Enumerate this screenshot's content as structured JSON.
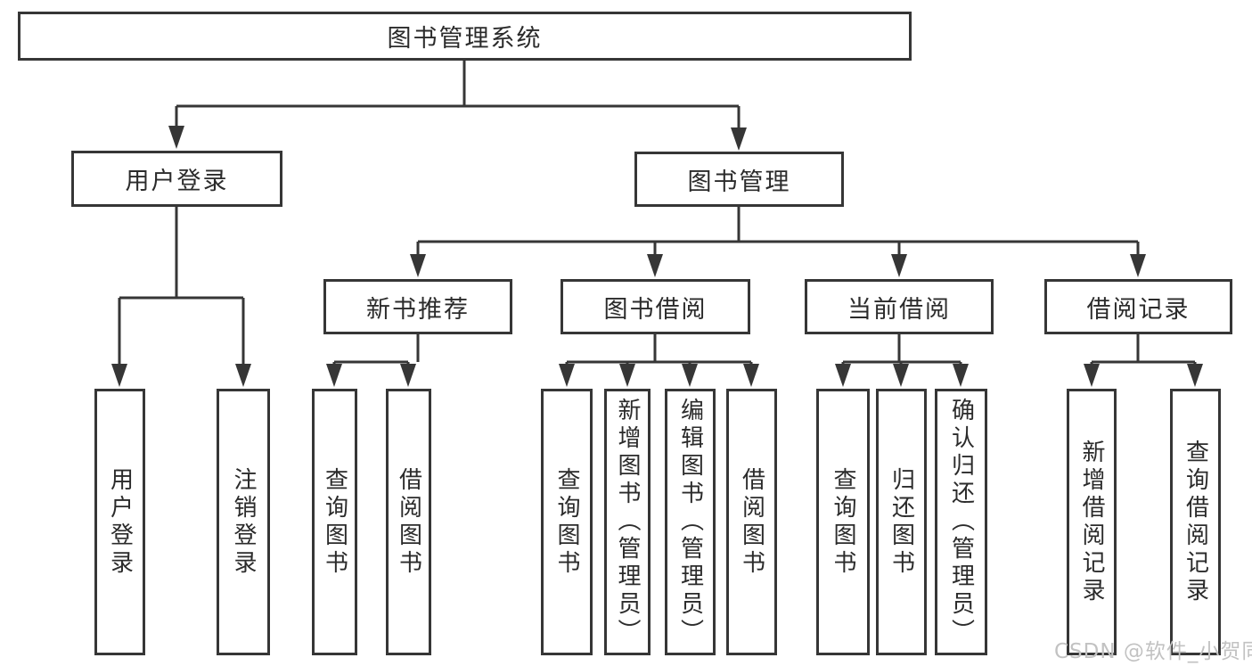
{
  "diagram": {
    "root": {
      "label": "图书管理系统"
    },
    "groups": [
      {
        "label": "用户登录",
        "leaves": [
          "用户登录",
          "注销登录"
        ]
      },
      {
        "label": "图书管理",
        "children": [
          {
            "label": "新书推荐",
            "leaves": [
              "查询图书",
              "借阅图书"
            ]
          },
          {
            "label": "图书借阅",
            "leaves": [
              "查询图书",
              "新增图书（管理员）",
              "编辑图书（管理员）",
              "借阅图书"
            ]
          },
          {
            "label": "当前借阅",
            "leaves": [
              "查询图书",
              "归还图书",
              "确认归还（管理员）"
            ]
          },
          {
            "label": "借阅记录",
            "leaves": [
              "新增借阅记录",
              "查询借阅记录"
            ]
          }
        ]
      }
    ]
  },
  "watermark": {
    "text": "CSDN @软件_小贺同学"
  },
  "colors": {
    "line": "#363636",
    "text": "#2b2b2b",
    "box_background": "#ffffff",
    "page_background": "#ffffff",
    "watermark": "#c2c2c2"
  }
}
